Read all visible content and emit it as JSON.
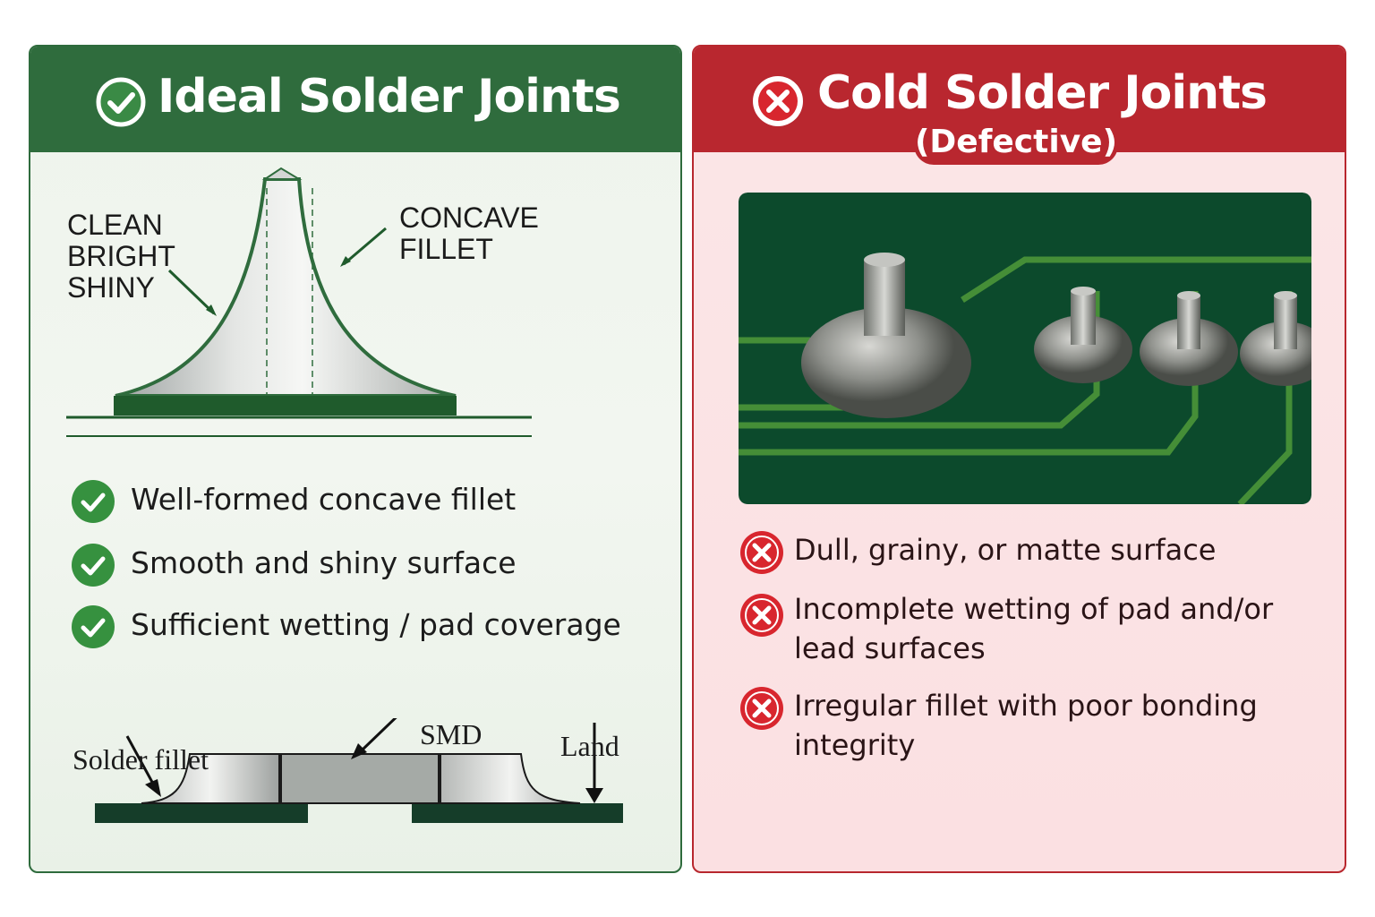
{
  "ideal": {
    "title": "Ideal Solder Joints",
    "icon": "check-circle-icon",
    "accent": "#2f6c3d",
    "callouts": {
      "left": [
        "CLEAN",
        "BRIGHT",
        "SHINY"
      ],
      "right": [
        "CONCAVE",
        "FILLET"
      ]
    },
    "features": [
      "Well-formed concave fillet",
      "Smooth and shiny surface",
      "Sufficient wetting / pad coverage"
    ],
    "smd_diagram": {
      "solder_fillet": "Solder fillet",
      "smd": "SMD",
      "land": "Land"
    }
  },
  "cold": {
    "title": "Cold Solder Joints",
    "subtitle": "(Defective)",
    "icon": "x-circle-icon",
    "accent": "#b9272f",
    "defects": [
      "Dull, grainy, or matte surface",
      "Incomplete wetting of pad and/or lead surfaces",
      "Irregular fillet with poor bonding integrity"
    ]
  }
}
